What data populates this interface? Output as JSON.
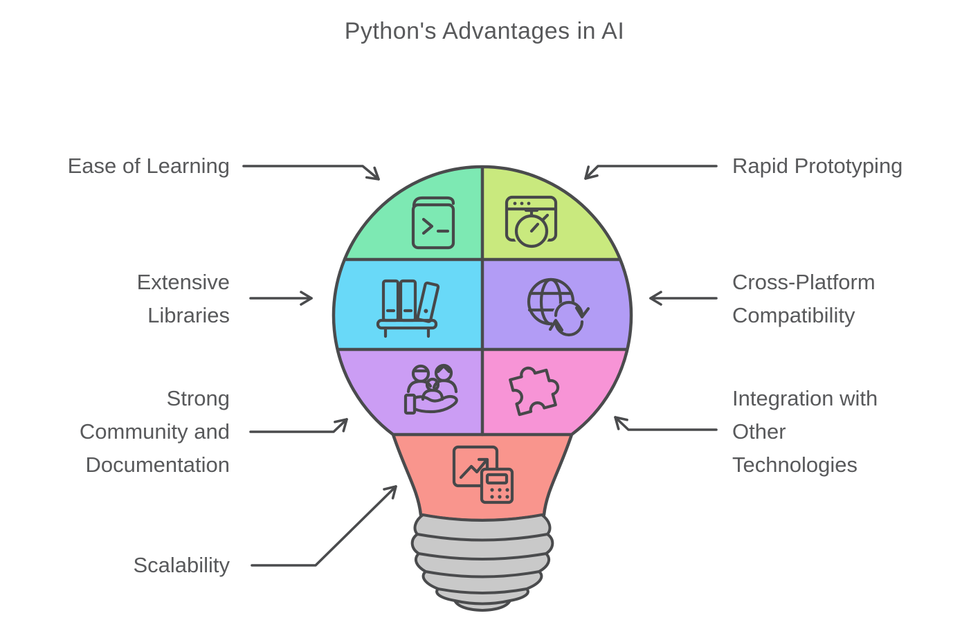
{
  "title": "Python's Advantages in AI",
  "colors": {
    "background": "#ffffff",
    "outline": "#4a4b4d",
    "text": "#58595b",
    "arrow": "#4a4b4d",
    "segment_green": "#7de9b3",
    "segment_lime": "#c9e97e",
    "segment_cyan": "#69d9f8",
    "segment_purple": "#b29cf5",
    "segment_violet": "#cb9df4",
    "segment_pink": "#f794d6",
    "segment_salmon": "#f9958d",
    "base_gray": "#c9c9c9"
  },
  "segments": [
    {
      "label": "Ease of Learning",
      "position": "top-left",
      "color": "#7de9b3",
      "icon": "terminal-book-icon"
    },
    {
      "label": "Rapid Prototyping",
      "position": "top-right",
      "color": "#c9e97e",
      "icon": "browser-stopwatch-icon"
    },
    {
      "label": "Extensive Libraries",
      "position": "middle-left",
      "color": "#69d9f8",
      "icon": "bookshelf-icon"
    },
    {
      "label": "Cross-Platform Compatibility",
      "position": "middle-right",
      "color": "#b29cf5",
      "icon": "globe-sync-icon"
    },
    {
      "label": "Strong Community and Documentation",
      "position": "bottom-left",
      "color": "#cb9df4",
      "icon": "community-hand-icon"
    },
    {
      "label": "Integration with Other Technologies",
      "position": "bottom-right",
      "color": "#f794d6",
      "icon": "puzzle-icon"
    },
    {
      "label": "Scalability",
      "position": "neck",
      "color": "#f9958d",
      "icon": "chart-calculator-icon"
    }
  ],
  "labels": {
    "ease": {
      "lines": [
        "Ease of Learning"
      ]
    },
    "libraries": {
      "lines": [
        "Extensive",
        "Libraries"
      ]
    },
    "community": {
      "lines": [
        "Strong",
        "Community and",
        "Documentation"
      ]
    },
    "scalability": {
      "lines": [
        "Scalability"
      ]
    },
    "rapid": {
      "lines": [
        "Rapid Prototyping"
      ]
    },
    "cross": {
      "lines": [
        "Cross-Platform",
        "Compatibility"
      ]
    },
    "integration": {
      "lines": [
        "Integration with",
        "Other",
        "Technologies"
      ]
    }
  }
}
